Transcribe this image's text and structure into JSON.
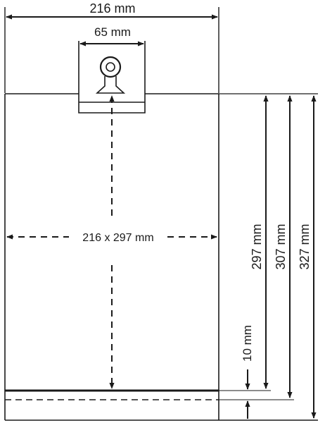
{
  "dimensions": {
    "overall_width": "216 mm",
    "hanger_width": "65 mm",
    "page_size": "216 x 297 mm",
    "height_297": "297 mm",
    "height_307": "307 mm",
    "height_327": "327 mm",
    "flap_10": "10 mm"
  },
  "colors": {
    "line": "#1a1a1a",
    "background": "#ffffff"
  },
  "icons": {
    "hanger": "hang-tab-icon"
  }
}
